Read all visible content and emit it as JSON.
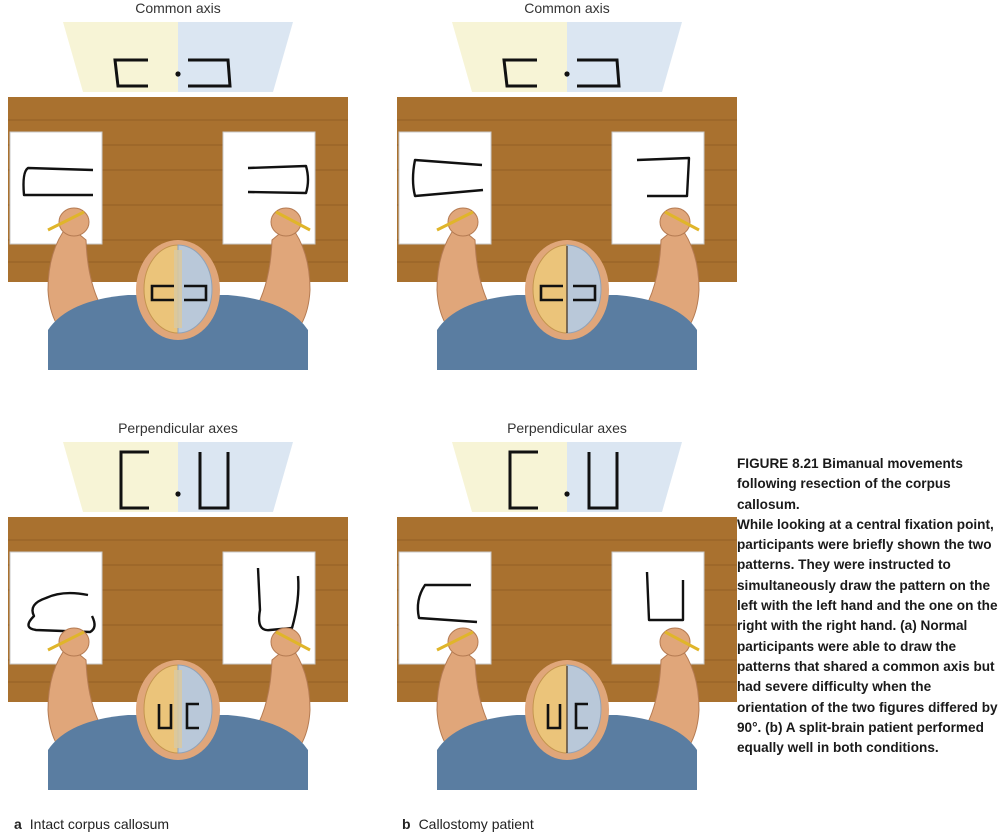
{
  "panels": [
    {
      "title": "Common axis",
      "condition": "common",
      "patient": "intact"
    },
    {
      "title": "Common axis",
      "condition": "common",
      "patient": "callostomy"
    },
    {
      "title": "Perpendicular axes",
      "condition": "perpendicular",
      "patient": "intact"
    },
    {
      "title": "Perpendicular axes",
      "condition": "perpendicular",
      "patient": "callostomy"
    }
  ],
  "labels": {
    "a_letter": "a",
    "a_text": "Intact corpus callosum",
    "b_letter": "b",
    "b_text": "Callostomy patient"
  },
  "caption": {
    "title": "FIGURE 8.21 Bimanual movements following resection of the corpus callosum.",
    "body": "While looking at a central fixation point, participants were briefly shown the two patterns. They were instructed to simultaneously draw the pattern on the left with the left hand and the one on the right with the right hand. (a) Normal participants were able to draw the patterns that shared a common axis but had severe difficulty when the orientation of the two figures differed by 90°. (b) A split-brain patient performed equally well in both conditions."
  },
  "colors": {
    "screen_left": "#f7f4d6",
    "screen_right": "#dbe6f2",
    "table": "#a9712f",
    "shirt": "#5a7da1",
    "skin": "#e0a67a",
    "brain_left": "#ebc47a",
    "brain_right": "#b9c8d9"
  }
}
